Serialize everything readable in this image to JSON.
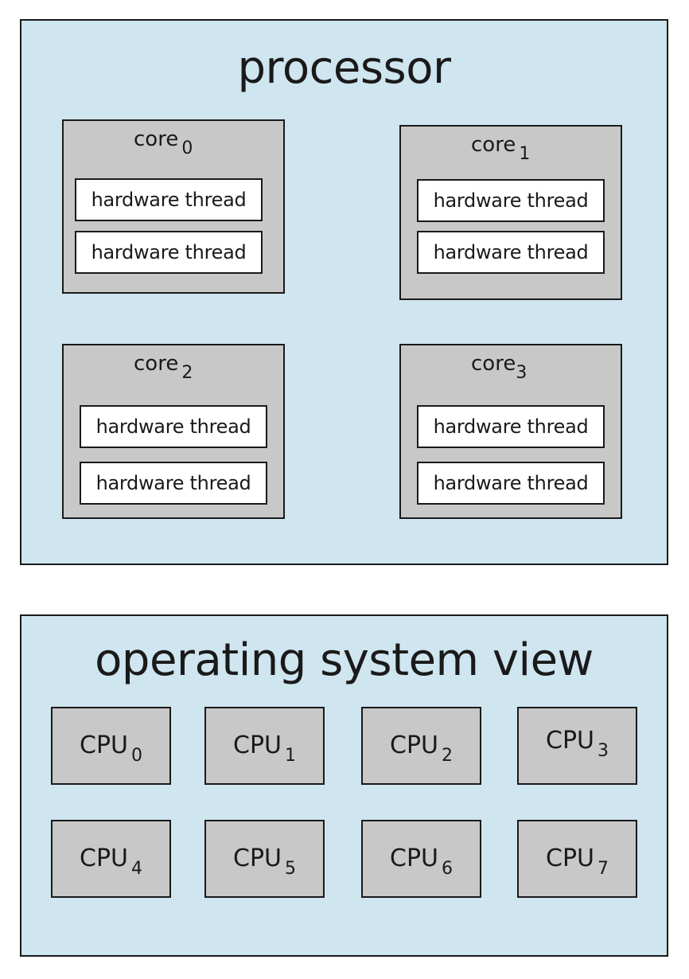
{
  "processor": {
    "title": "processor",
    "cores": [
      {
        "label": "core",
        "index": "0",
        "threads": [
          "hardware thread",
          "hardware thread"
        ]
      },
      {
        "label": "core",
        "index": "1",
        "threads": [
          "hardware thread",
          "hardware thread"
        ]
      },
      {
        "label": "core",
        "index": "2",
        "threads": [
          "hardware thread",
          "hardware thread"
        ]
      },
      {
        "label": "core",
        "index": "3",
        "threads": [
          "hardware thread",
          "hardware thread"
        ]
      }
    ]
  },
  "os_view": {
    "title": "operating system view",
    "cpus": [
      {
        "label": "CPU",
        "index": "0"
      },
      {
        "label": "CPU",
        "index": "1"
      },
      {
        "label": "CPU",
        "index": "2"
      },
      {
        "label": "CPU",
        "index": "3"
      },
      {
        "label": "CPU",
        "index": "4"
      },
      {
        "label": "CPU",
        "index": "5"
      },
      {
        "label": "CPU",
        "index": "6"
      },
      {
        "label": "CPU",
        "index": "7"
      }
    ]
  },
  "colors": {
    "panel_fill": "#cfe5ef",
    "box_fill": "#c8c8c8",
    "thread_fill": "#ffffff",
    "outline": "#1a1a1a"
  }
}
